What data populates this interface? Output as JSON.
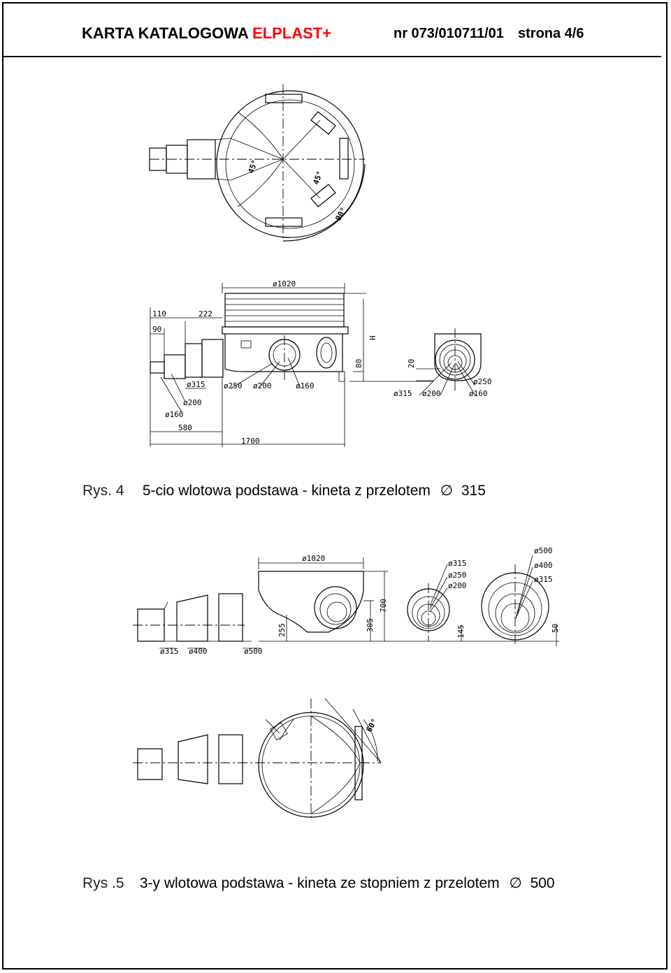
{
  "header": {
    "title_black": "KARTA KATALOGOWA",
    "title_brand": "ELPLAST+",
    "doc_number": "nr 073/010711/01",
    "page_label": "strona 4/6",
    "brand_color": "#ff0000"
  },
  "figure4": {
    "caption_prefix": "Rys. 4",
    "caption_text": "5-cio wlotowa podstawa - kineta z przelotem",
    "caption_symbol": "∅",
    "caption_value": "315",
    "angles": [
      "45°",
      "45°",
      "90°"
    ],
    "dimensions": {
      "d1020": "ø1020",
      "l110": "110",
      "l222": "222",
      "l90": "90",
      "d315a": "ø315",
      "d250a": "ø250",
      "d200a": "ø200",
      "d160a": "ø160",
      "d200b": "ø200",
      "d160b": "ø160",
      "l580": "580",
      "l1700": "1700",
      "h80": "80",
      "hH": "H",
      "h20": "20",
      "d315c": "ø315",
      "d200c": "ø200",
      "d250c": "ø250",
      "d160c": "ø160"
    }
  },
  "figure5": {
    "caption_prefix": "Rys .5",
    "caption_text": "3-y wlotowa podstawa - kineta ze stopniem z przelotem",
    "caption_symbol": "∅",
    "caption_value": "500",
    "angles": [
      "60°"
    ],
    "dimensions": {
      "d1020": "ø1020",
      "d315a": "ø315",
      "d400a": "ø400",
      "d500a": "ø500",
      "h255": "255",
      "h305": "305",
      "h700": "700",
      "d315b": "ø315",
      "d250b": "ø250",
      "d200b": "ø200",
      "h145": "145",
      "d500c": "ø500",
      "d400c": "ø400",
      "d315c": "ø315",
      "h50": "50"
    }
  }
}
